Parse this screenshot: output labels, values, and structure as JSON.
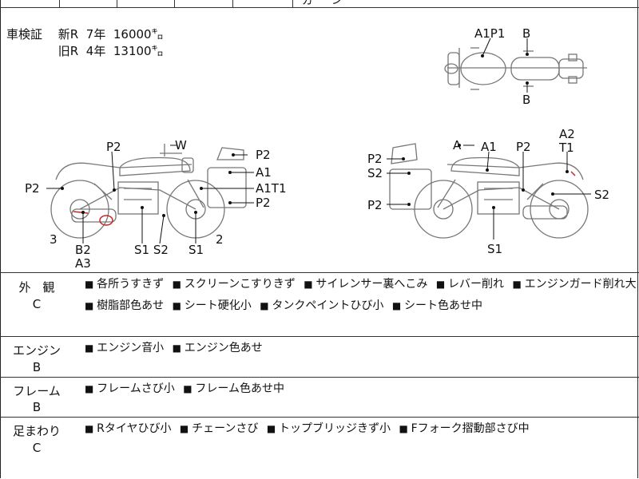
{
  "top_partial_text": "ガ ー   ン",
  "inspection": {
    "label": "車検証",
    "rows": [
      {
        "type": "新R",
        "years": "7年",
        "km": "16000㌔"
      },
      {
        "type": "旧R",
        "years": "4年",
        "km": "13100㌔"
      }
    ]
  },
  "top_view_labels": {
    "a1p1": "A1P1",
    "b_top": "B",
    "b_bottom": "B"
  },
  "left_view_labels": {
    "p2_top": "P2",
    "w": "W",
    "p2_right_top": "P2",
    "a1": "A1",
    "a1t1": "A1T1",
    "p2_left": "P2",
    "p2_right_bottom": "P2",
    "n3": "3",
    "b2": "B2",
    "a3": "A3",
    "s1s2": "S1 S2",
    "s1": "S1",
    "n2": "2"
  },
  "right_view_labels": {
    "a2": "A2",
    "t1": "T1",
    "a_arrow": "A",
    "a1": "A1",
    "p2_mid": "P2",
    "p2_left_top": "P2",
    "s2_left": "S2",
    "s2_right": "S2",
    "p2_left_bottom": "P2",
    "s1": "S1"
  },
  "sections": [
    {
      "title": "外　観",
      "grade": "C",
      "lines": [
        [
          "各所うすきず",
          "スクリーンこすりきず",
          "サイレンサー裏へこみ",
          "レバー削れ",
          "エンジンガード削れ大"
        ],
        [
          "樹脂部色あせ",
          "シート硬化小",
          "タンクペイントひび小",
          "シート色あせ中"
        ]
      ]
    },
    {
      "title": "エンジン",
      "grade": "B",
      "lines": [
        [
          "エンジン音小",
          "エンジン色あせ"
        ]
      ]
    },
    {
      "title": "フレーム",
      "grade": "B",
      "lines": [
        [
          "フレームさび小",
          "フレーム色あせ中"
        ]
      ]
    },
    {
      "title": "足まわり",
      "grade": "C",
      "lines": [
        [
          "Rタイヤひび小",
          "チェーンさび",
          "トップブリッジきず小",
          "Fフォーク摺動部さび中"
        ]
      ]
    }
  ]
}
